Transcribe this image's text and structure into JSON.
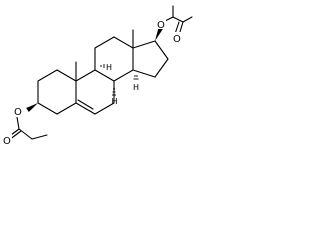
{
  "molecule": {
    "atom_labels": {
      "o_ester_top": "O",
      "o_carbonyl_top": "O",
      "o_ester_bottom": "O",
      "o_carbonyl_bottom": "O",
      "h_c8": "H",
      "h_c9": "H",
      "h_c14": "H"
    }
  }
}
